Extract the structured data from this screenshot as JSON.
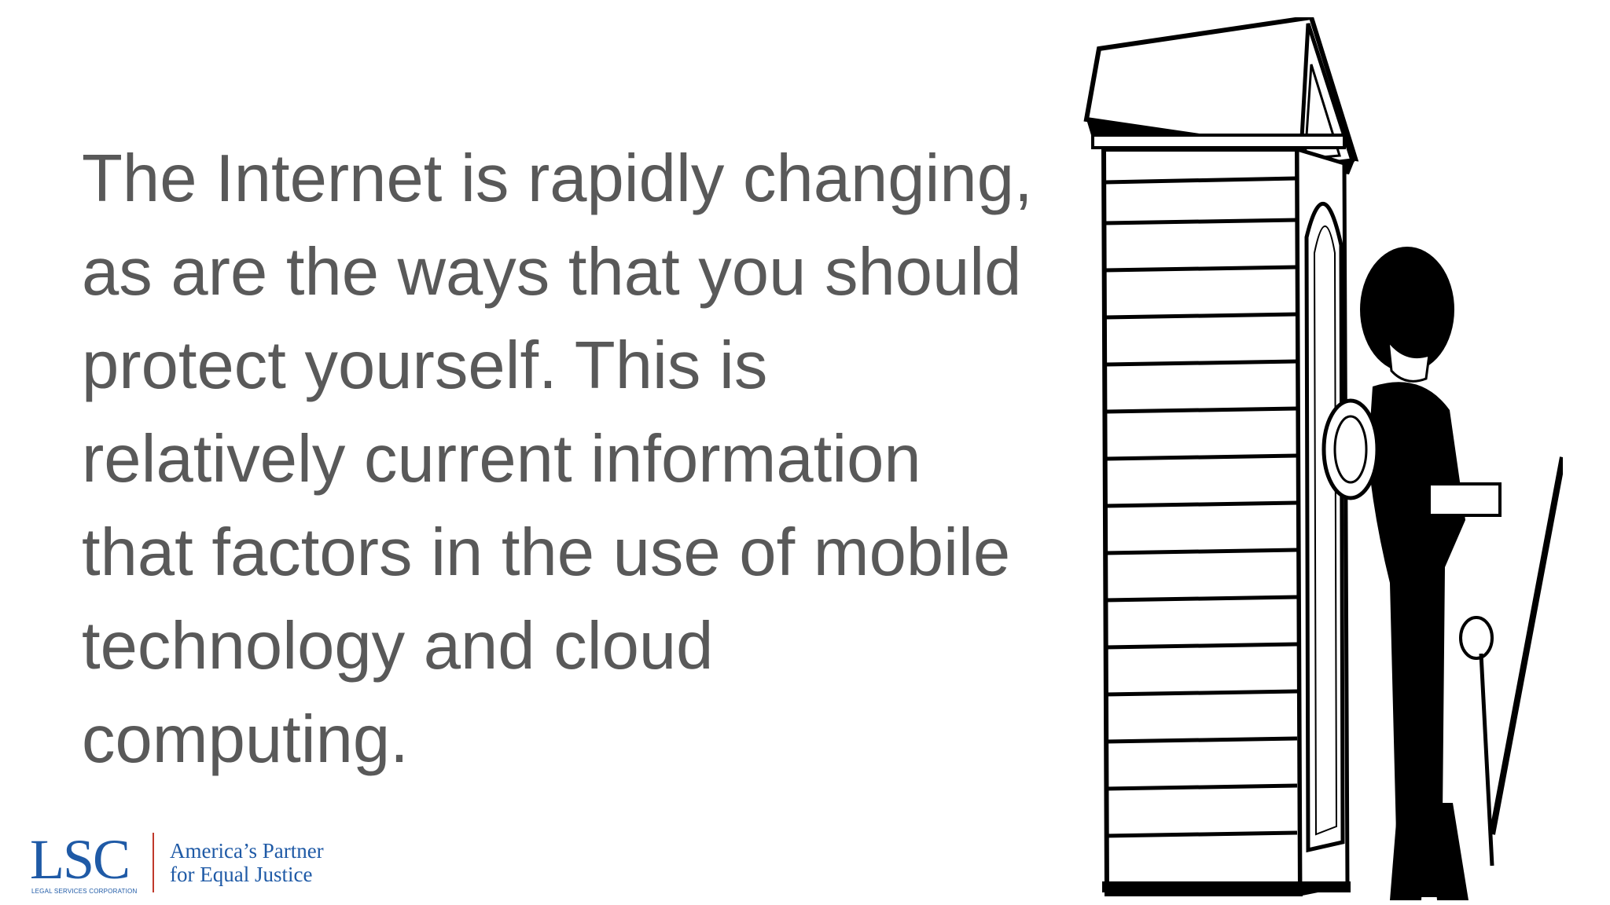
{
  "slide": {
    "body": "The Internet is rapidly changing,\nas are the ways that you should\nprotect yourself. This is\nrelatively current information\nthat factors in the use of mobile\ntechnology and cloud\ncomputing."
  },
  "logo": {
    "mark": "LSC",
    "subtitle": "LEGAL SERVICES CORPORATION",
    "tagline_line1": "America’s Partner",
    "tagline_line2": "for Equal Justice"
  },
  "illustration": {
    "icon": "sentry-box-guard-illustration"
  },
  "colors": {
    "text": "#595959",
    "brand_blue": "#1f5aa6",
    "brand_red": "#c0392b",
    "background": "#ffffff"
  }
}
